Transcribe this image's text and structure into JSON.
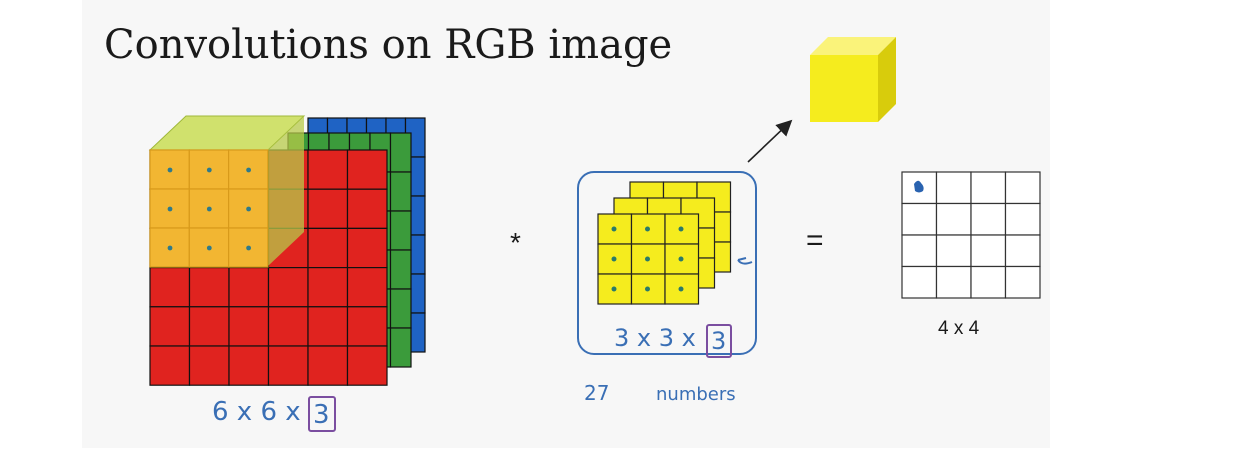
{
  "slide": {
    "title": "Convolutions on RGB image"
  },
  "input_volume": {
    "label_prefix": "6 x 6 x ",
    "label_channels": "3",
    "grid_rows": 6,
    "grid_cols": 6,
    "channel_colors": [
      "#e0231f",
      "#3b9b3b",
      "#1f63c4"
    ]
  },
  "operator": "*",
  "filter": {
    "label_prefix": "3 x 3 x ",
    "label_channels": "3",
    "grid_rows": 3,
    "grid_cols": 3,
    "color": "#f5ec1e",
    "caption_count": "27",
    "caption_word": "numbers"
  },
  "equals": "=",
  "output": {
    "label": "4 x 4",
    "grid_rows": 4,
    "grid_cols": 4
  },
  "colors": {
    "handwriting": "#3a6fb5",
    "box": "#7b4ea0",
    "overlay": "#f2b632",
    "cube": "#f5ec1e"
  }
}
